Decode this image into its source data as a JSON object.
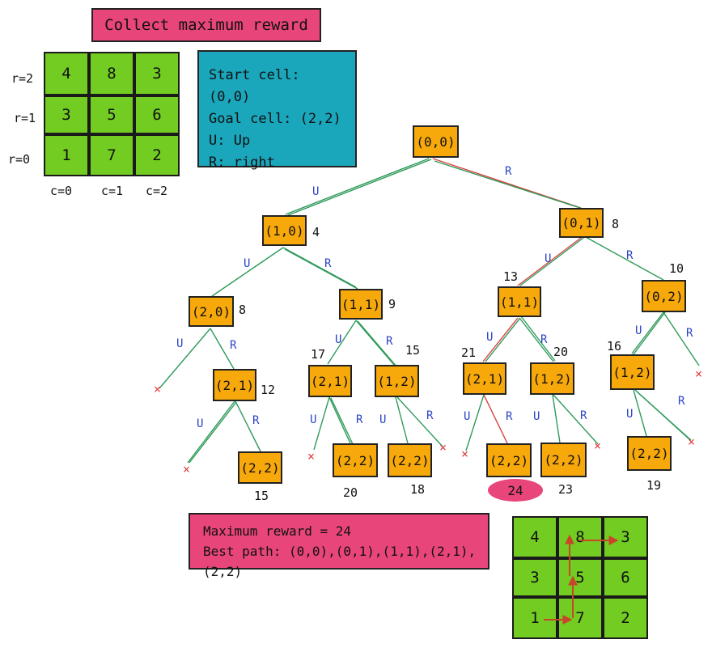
{
  "title": "Collect maximum reward",
  "info": {
    "line1": "Start cell: (0,0)",
    "line2": "Goal cell: (2,2)",
    "line3": "U: Up",
    "line4": "R: right"
  },
  "grid": {
    "rows": [
      {
        "label": "r=2",
        "cells": [
          "4",
          "8",
          "3"
        ]
      },
      {
        "label": "r=1",
        "cells": [
          "3",
          "5",
          "6"
        ]
      },
      {
        "label": "r=0",
        "cells": [
          "1",
          "7",
          "2"
        ]
      }
    ],
    "cols": [
      "c=0",
      "c=1",
      "c=2"
    ]
  },
  "tree": {
    "n_root": "(0,0)",
    "n_10": "(1,0)",
    "v_10": "4",
    "n_01": "(0,1)",
    "v_01": "8",
    "n_20": "(2,0)",
    "v_20": "8",
    "n_11a": "(1,1)",
    "v_11a": "9",
    "n_11b": "(1,1)",
    "v_11b": "13",
    "n_02": "(0,2)",
    "v_02": "10",
    "n_21a": "(2,1)",
    "v_21a": "12",
    "n_21b": "(2,1)",
    "v_21b": "17",
    "n_12a": "(1,2)",
    "v_12a": "15",
    "n_21c": "(2,1)",
    "v_21c": "21",
    "n_12b": "(1,2)",
    "v_12b": "20",
    "n_12c": "(1,2)",
    "v_12c": "16",
    "n_22a": "(2,2)",
    "v_22a": "15",
    "n_22b": "(2,2)",
    "v_22b": "20",
    "n_22c": "(2,2)",
    "v_22c": "18",
    "n_22d": "(2,2)",
    "v_22d": "24",
    "n_22e": "(2,2)",
    "v_22e": "23",
    "n_22f": "(2,2)",
    "v_22f": "19",
    "u": "U",
    "r": "R",
    "x": "×"
  },
  "result": {
    "line1": "Maximum reward = 24",
    "line2": "Best path: (0,0),(0,1),(1,1),(2,1),(2,2)"
  },
  "path_grid": {
    "rows": [
      [
        "4",
        "8",
        "3"
      ],
      [
        "3",
        "5",
        "6"
      ],
      [
        "1",
        "7",
        "2"
      ]
    ]
  },
  "colors": {
    "pink": "#e8457a",
    "teal": "#1aa6bb",
    "green": "#72cc22",
    "orange": "#f7a80a",
    "edge_green": "#2f9a5a",
    "edge_red": "#d94040",
    "letter_blue": "#2a44c8",
    "arrow": "#c8452a"
  }
}
